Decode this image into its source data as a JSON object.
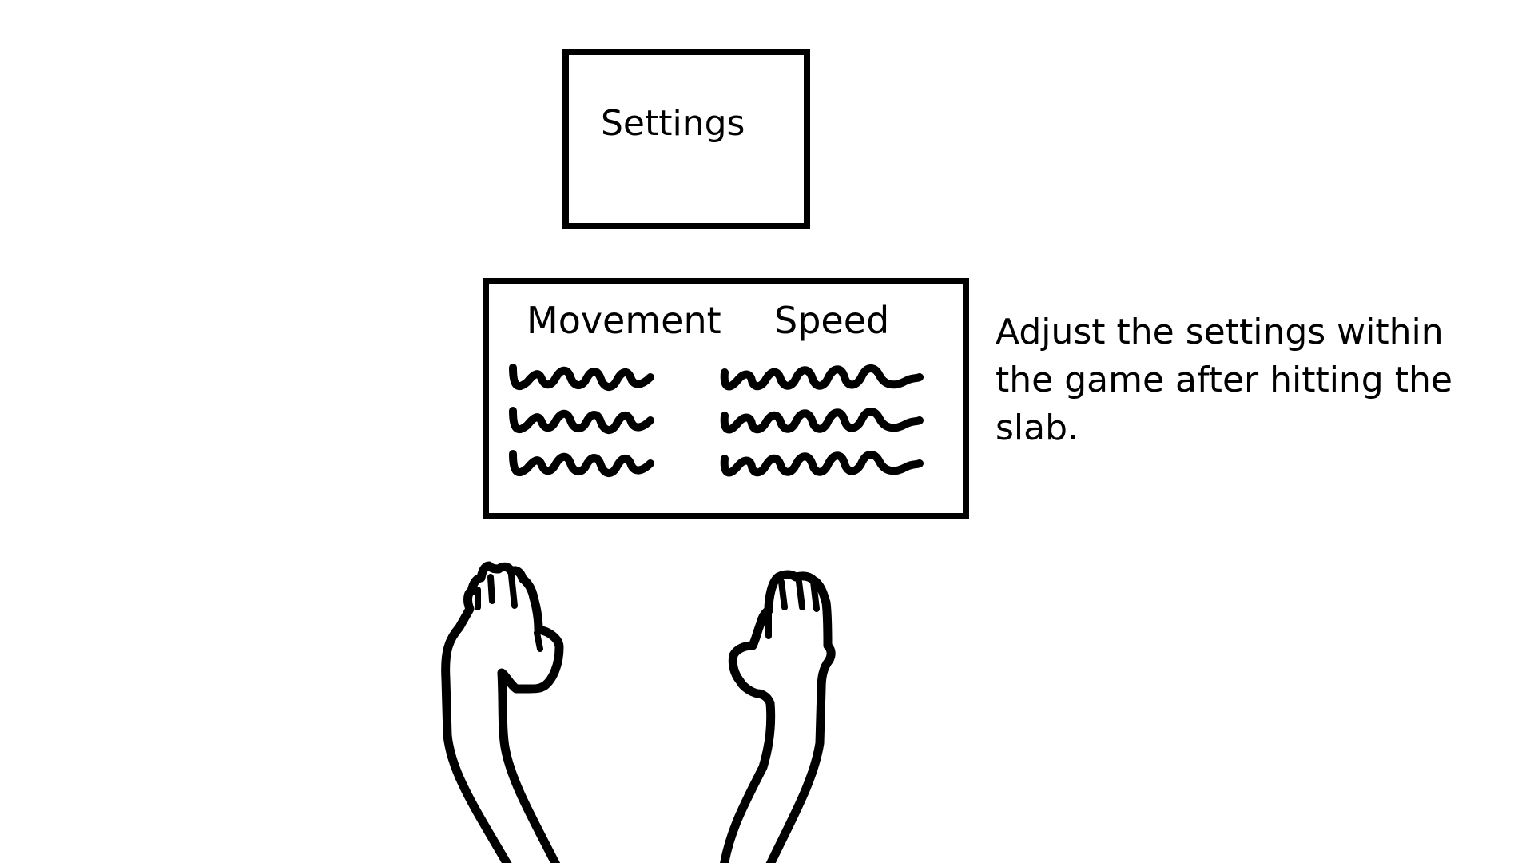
{
  "settings_button": {
    "label": "Settings"
  },
  "settings_panel": {
    "columns": [
      {
        "label": "Movement",
        "option_rows": 3
      },
      {
        "label": "Speed",
        "option_rows": 3
      }
    ]
  },
  "instruction": {
    "text": "Adjust the settings within the game after hitting the slab."
  },
  "colors": {
    "ink": "#000000",
    "background": "#ffffff"
  }
}
